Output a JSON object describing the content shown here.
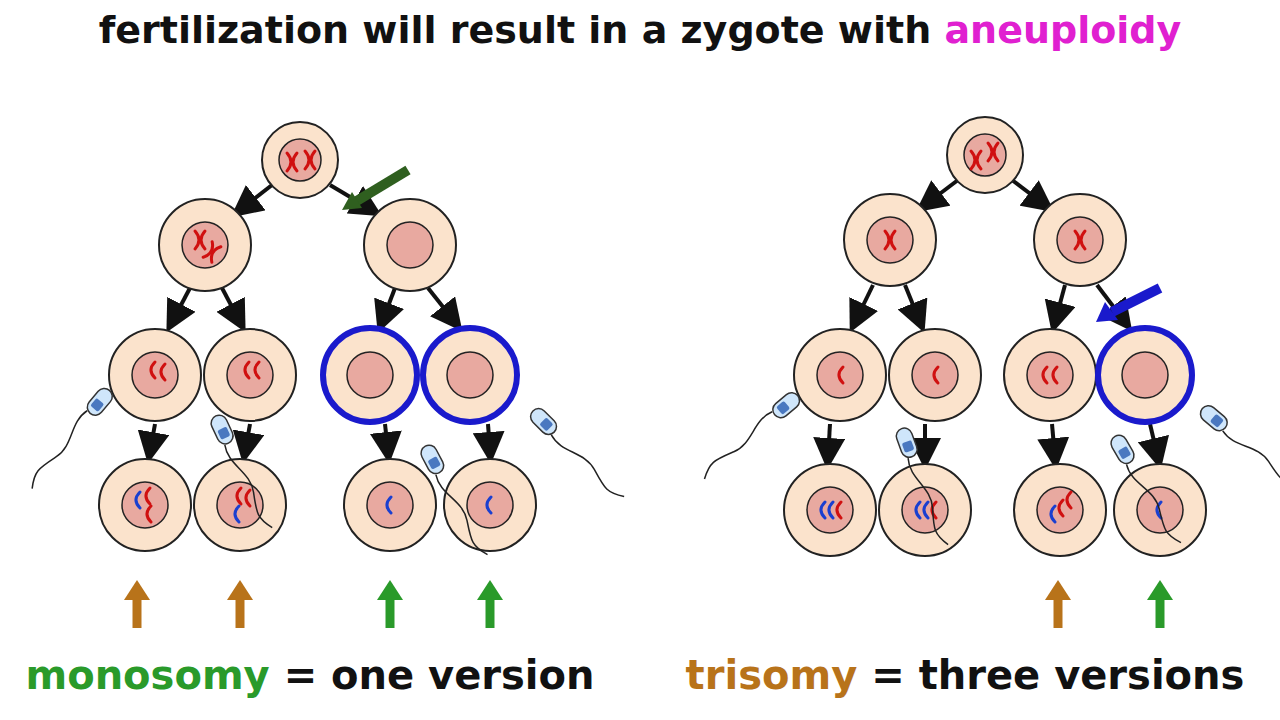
{
  "diagram": {
    "title": "fertilization will result in a zygote with aneuploidy",
    "labels": [
      "monosomy",
      "= one version",
      "trisomy",
      "= three versions"
    ]
  }
}
